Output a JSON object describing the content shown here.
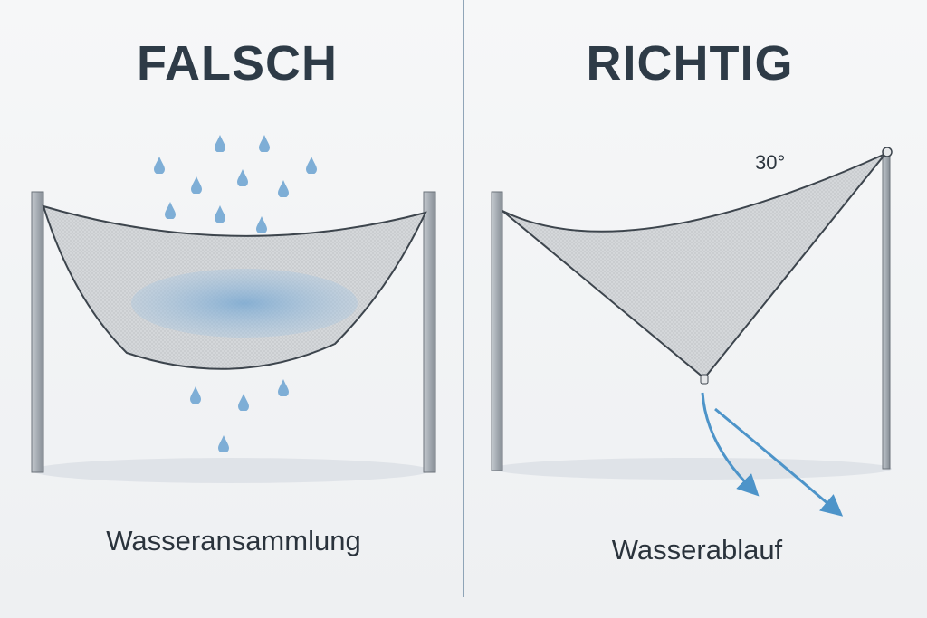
{
  "left_panel": {
    "title": "FALSCH",
    "caption": "Wasseransammlung"
  },
  "right_panel": {
    "title": "RICHTIG",
    "caption": "Wasserablauf",
    "angle_label": "30°"
  },
  "colors": {
    "text": "#2e3b47",
    "water": "#6a9fcc",
    "sail": "#d3d6d9",
    "pole": "#9aa1a8",
    "divider": "#5b7fa1"
  }
}
